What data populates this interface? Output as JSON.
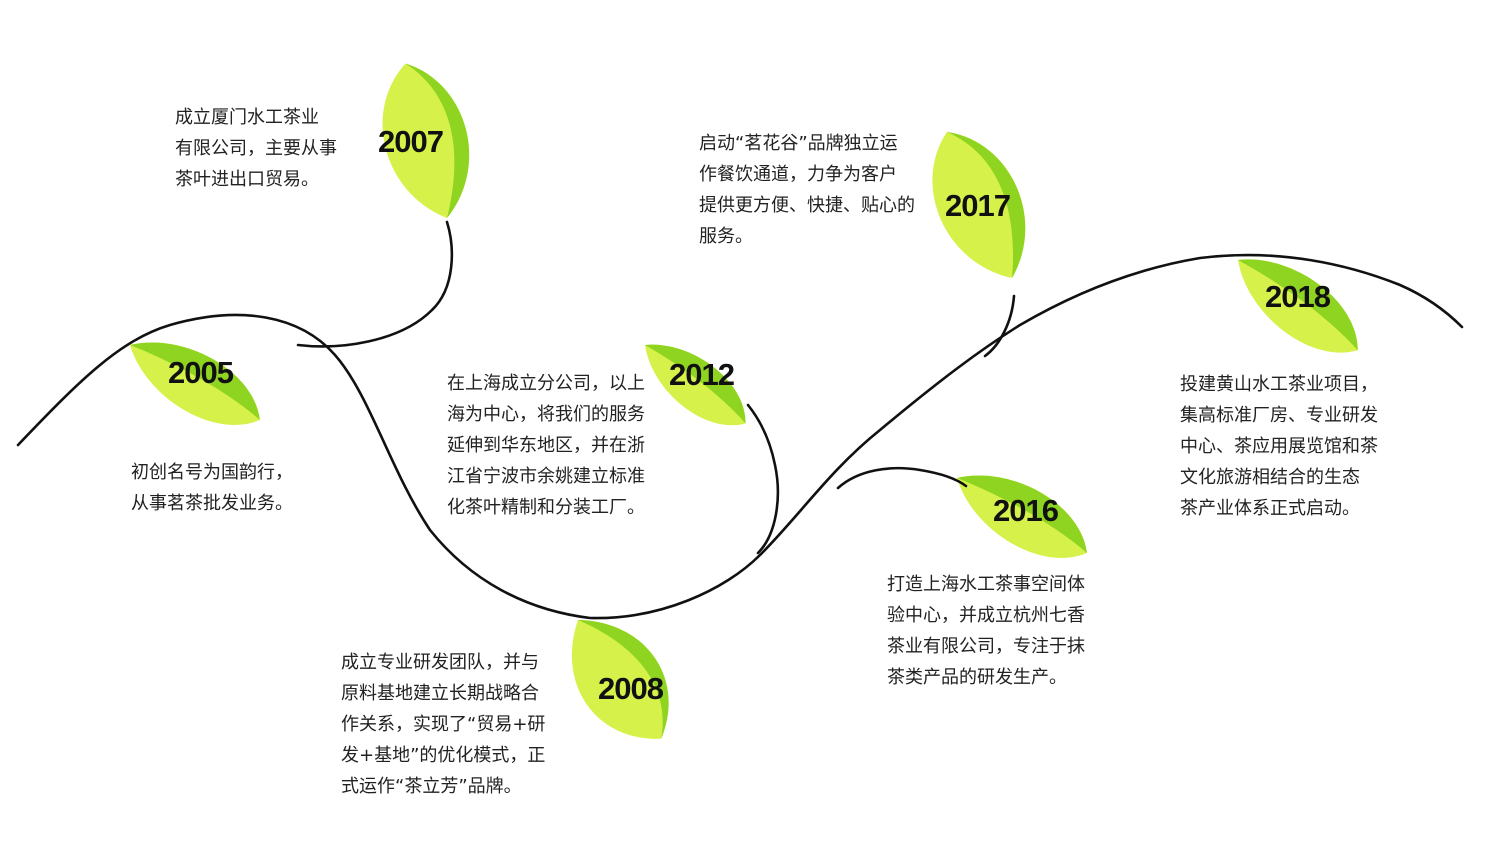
{
  "timeline": {
    "milestones": [
      {
        "year": "2005",
        "text": "初创名号为国韵行，\n从事茗茶批发业务。"
      },
      {
        "year": "2007",
        "text": "成立厦门水工茶业\n有限公司，主要从事\n茶叶进出口贸易。"
      },
      {
        "year": "2008",
        "text": "成立专业研发团队，并与\n原料基地建立长期战略合\n作关系，实现了“贸易+研\n发+基地”的优化模式，正\n式运作“茶立芳”品牌。"
      },
      {
        "year": "2012",
        "text": "在上海成立分公司，以上\n海为中心，将我们的服务\n延伸到华东地区，并在浙\n江省宁波市余姚建立标准\n化茶叶精制和分装工厂。"
      },
      {
        "year": "2016",
        "text": "打造上海水工茶事空间体\n验中心，并成立杭州七香\n茶业有限公司，专注于抹\n茶类产品的研发生产。"
      },
      {
        "year": "2017",
        "text": "启动“茗花谷”品牌独立运\n作餐饮通道，力争为客户\n提供更方便、快捷、贴心的\n服务。"
      },
      {
        "year": "2018",
        "text": "投建黄山水工茶业项目，\n集高标准厂房、专业研发\n中心、茶应用展览馆和茶\n文化旅游相结合的生态\n茶产业体系正式启动。"
      }
    ]
  },
  "colors": {
    "leaf_light": "#d6f24a",
    "leaf_dark": "#8fd420",
    "stem": "#111111"
  }
}
